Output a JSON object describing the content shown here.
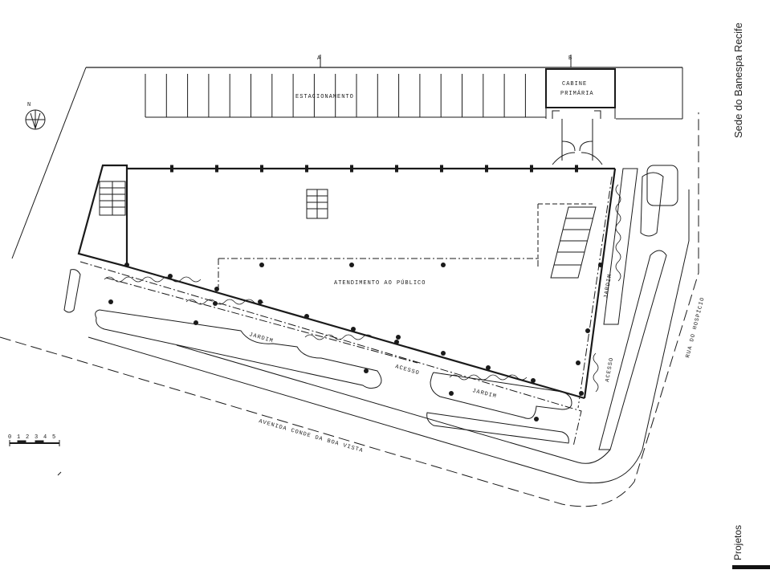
{
  "sidebar": {
    "title": "Sede do Banespa Recife",
    "section": "Projetos"
  },
  "plan": {
    "section_markers": [
      "A",
      "B"
    ],
    "north_label": "N",
    "labels": {
      "parking": "ESTACIONAMENTO",
      "cabin_line1": "CABINE",
      "cabin_line2": "PRIMÁRIA",
      "public_service": "ATENDIMENTO AO PÚBLICO",
      "garden_left": "JARDIM",
      "garden_mid": "JARDIM",
      "garden_right": "JARDIM",
      "access_left": "ACESSO",
      "access_right": "ACESSO",
      "avenue": "AVENIDA CONDE DA BOA VISTA",
      "street": "RUA DO HOSPÍCIO"
    },
    "scale_labels": [
      "0",
      "1",
      "2",
      "3",
      "4",
      "5"
    ]
  }
}
